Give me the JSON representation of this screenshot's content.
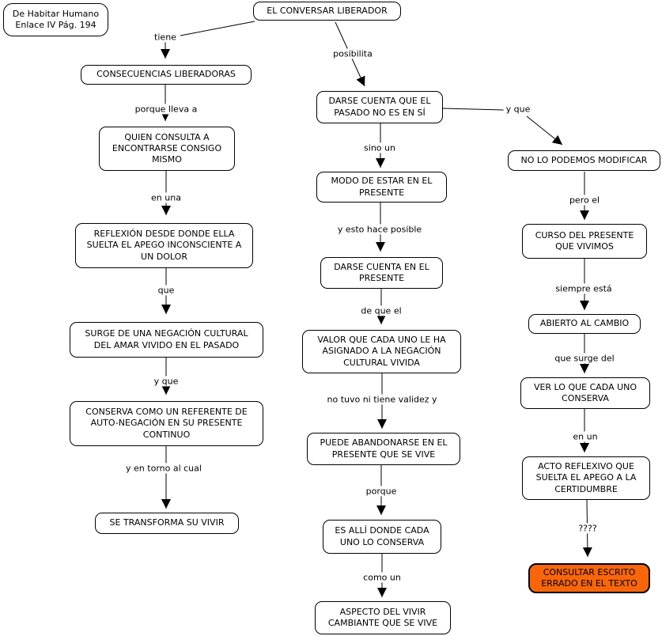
{
  "note": {
    "text": "De Habitar Humano Enlace IV Pág. 194"
  },
  "nodes": {
    "root": "EL CONVERSAR LIBERADOR",
    "consecuencias": "CONSECUENCIAS LIBERADORAS",
    "quien_consulta": "QUIEN CONSULTA A ENCONTRARSE CONSIGO MISMO",
    "reflexion": "REFLEXIÓN DESDE DONDE ELLA SUELTA EL APEGO INCONSCIENTE A UN DOLOR",
    "surge": "SURGE DE UNA NEGACIÓN CULTURAL DEL AMAR VIVIDO EN EL PASADO",
    "conserva_referente": "CONSERVA COMO UN REFERENTE DE AUTO-NEGACIÓN EN SU PRESENTE CONTINUO",
    "se_transforma": "SE TRANSFORMA SU VIVIR",
    "darse_cuenta_pasado": "DARSE CUENTA QUE EL PASADO NO ES EN SÍ",
    "modo_estar": "MODO DE ESTAR EN EL PRESENTE",
    "darse_cuenta_presente": "DARSE CUENTA EN EL PRESENTE",
    "valor_asignado": "VALOR  QUE CADA UNO LE HA ASIGNADO A LA NEGACIÓN CULTURAL VIVIDA",
    "puede_abandonarse": "PUEDE ABANDONARSE EN EL PRESENTE QUE SE VIVE",
    "es_alli": "ES ALLÍ DONDE CADA UNO LO CONSERVA",
    "aspecto_vivir": "ASPECTO DEL VIVIR CAMBIANTE QUE SE VIVE",
    "no_modificar": "NO LO PODEMOS MODIFICAR",
    "curso_presente": "CURSO DEL PRESENTE QUE VIVIMOS",
    "abierto_cambio": "ABIERTO AL CAMBIO",
    "ver_conserva": "VER LO QUE CADA UNO CONSERVA",
    "acto_reflexivo": "ACTO REFLEXIVO QUE SUELTA EL APEGO A LA CERTIDUMBRE",
    "consultar_escrito": "CONSULTAR ESCRITO ERRADO EN EL TEXTO"
  },
  "link_labels": {
    "tiene": "tiene",
    "posibilita": "posibilita",
    "porque_lleva_a": "porque lleva a",
    "en_una": "en una",
    "que": "que",
    "y_que_left": "y que",
    "y_en_torno_al_cual": "y en torno al cual",
    "sino_un": "sino un",
    "y_esto_hace_posible": "y esto hace posible",
    "de_que_el": "de que el",
    "no_tuvo_ni_tiene_validez_y": "no tuvo ni tiene validez y",
    "porque": "porque",
    "como_un": "como un",
    "y_que_right": "y que",
    "pero_el": "pero el",
    "siempre_esta": "siempre está",
    "que_surge_del": "que surge del",
    "en_un": "en un",
    "question_marks": "????"
  },
  "colors": {
    "node_fill": "#ffffff",
    "node_border": "#000000",
    "alert_fill": "#f9660a",
    "text": "#000000"
  }
}
